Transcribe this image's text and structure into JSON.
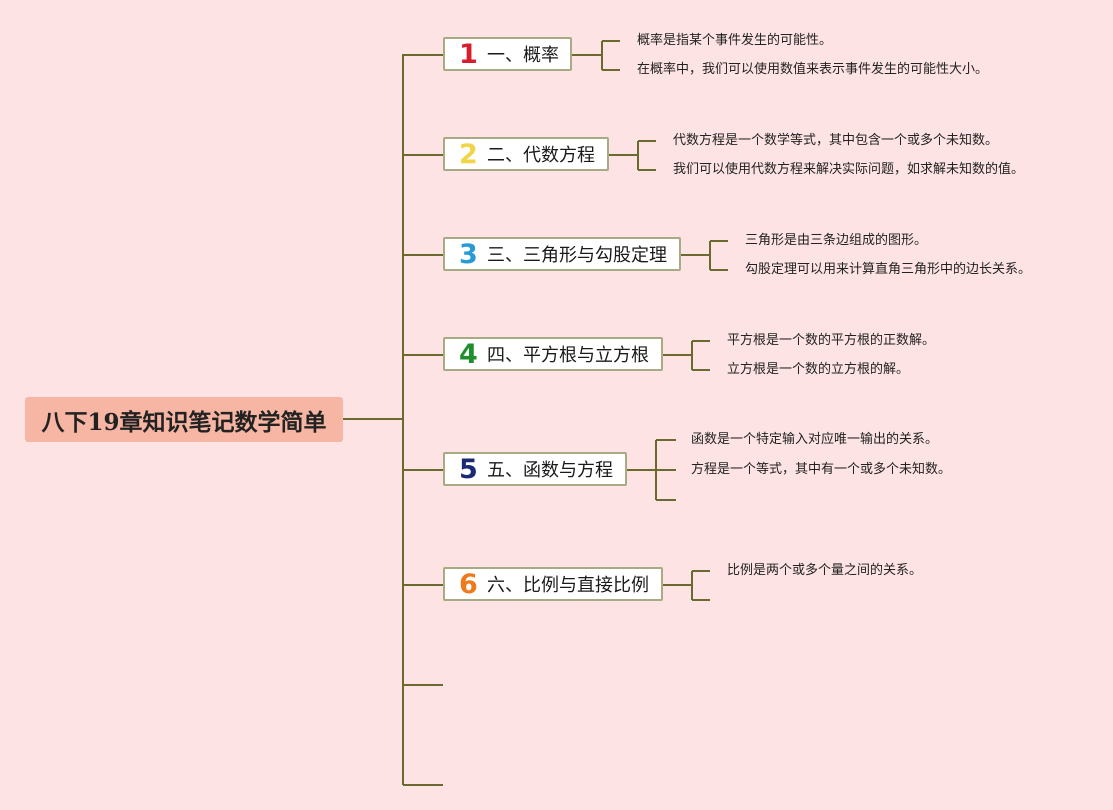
{
  "root": {
    "label": "八下19章知识笔记数学简单"
  },
  "topics": [
    {
      "number": "1",
      "color": "#d81e2b",
      "label": "一、概率",
      "details": [
        "概率是指某个事件发生的可能性。",
        "在概率中，我们可以使用数值来表示事件发生的可能性大小。"
      ]
    },
    {
      "number": "2",
      "color": "#f2d447",
      "label": "二、代数方程",
      "details": [
        "代数方程是一个数学等式，其中包含一个或多个未知数。",
        "我们可以使用代数方程来解决实际问题，如求解未知数的值。"
      ]
    },
    {
      "number": "3",
      "color": "#2a9ad7",
      "label": "三、三角形与勾股定理",
      "details": [
        "三角形是由三条边组成的图形。",
        "勾股定理可以用来计算直角三角形中的边长关系。"
      ]
    },
    {
      "number": "4",
      "color": "#1f8f2d",
      "label": "四、平方根与立方根",
      "details": [
        "平方根是一个数的平方根的正数解。",
        "立方根是一个数的立方根的解。"
      ]
    },
    {
      "number": "5",
      "color": "#1c2a73",
      "label": "五、函数与方程",
      "details": [
        "函数是一个特定输入对应唯一输出的关系。",
        "方程是一个等式，其中有一个或多个未知数。"
      ]
    },
    {
      "number": "6",
      "color": "#ee7a1a",
      "label": "六、比例与直接比例",
      "details": [
        "比例是两个或多个量之间的关系。"
      ]
    }
  ],
  "colors": {
    "background": "#fde3e3",
    "root_fill": "#f7b5a3",
    "connector": "#6b6a2e",
    "topic_border": "#a8aa84"
  }
}
